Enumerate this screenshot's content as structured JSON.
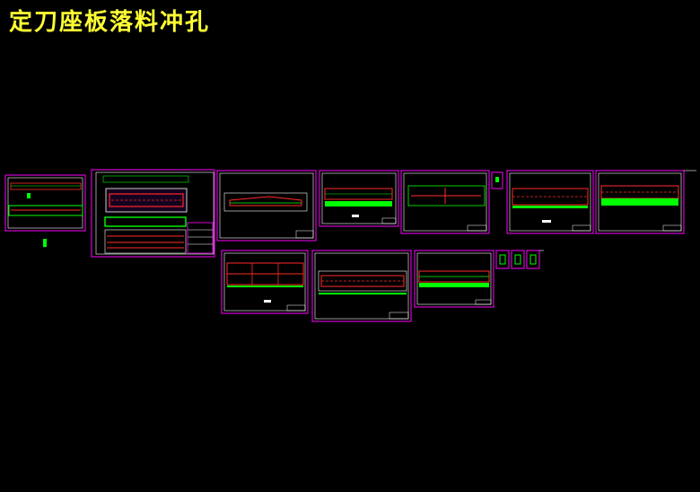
{
  "drawing": {
    "title": "定刀座板落料冲孔"
  },
  "colors": {
    "background": "#000000",
    "title": "#ffff33",
    "sheet_border": "#ff00ff",
    "outline": "#ffffff",
    "part": "#ff2a2a",
    "fill": "#00ff00",
    "dim": "#00ffff"
  },
  "icons": [
    "sheet-frame",
    "title-block"
  ]
}
